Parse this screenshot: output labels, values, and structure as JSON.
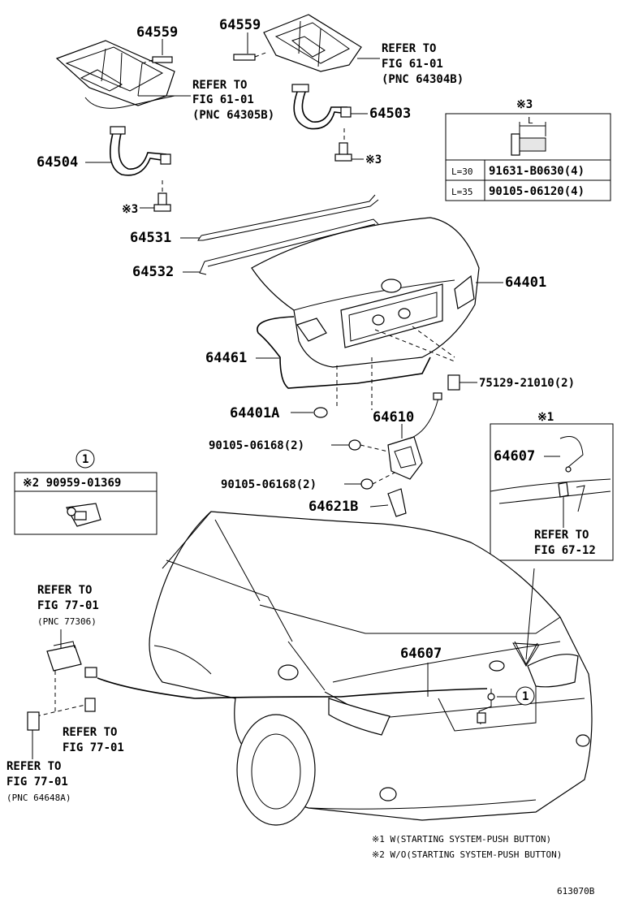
{
  "figure_code": "613070B",
  "parts": {
    "p64559_left": "64559",
    "p64559_right": "64559",
    "p64503": "64503",
    "p64504": "64504",
    "p64531": "64531",
    "p64532": "64532",
    "p64401": "64401",
    "p64461": "64461",
    "p75129": "75129-21010(2)",
    "p64401A": "64401A",
    "p64610": "64610",
    "p90105_a": "90105-06168(2)",
    "p90105_b": "90105-06168(2)",
    "p64621B": "64621B",
    "p64607_inset": "64607",
    "p64607_main": "64607",
    "mark3_a": "※3",
    "mark3_b": "※3",
    "mark1_inset": "※1"
  },
  "refs": {
    "fig61_right": {
      "line1": "REFER TO",
      "line2": "FIG 61-01",
      "line3": "(PNC 64304B)"
    },
    "fig61_left": {
      "line1": "REFER TO",
      "line2": "FIG 61-01",
      "line3": "(PNC 64305B)"
    },
    "fig67": {
      "line1": "REFER TO",
      "line2": "FIG 67-12"
    },
    "fig77_top": {
      "line1": "REFER TO",
      "line2": "FIG 77-01",
      "line3": "(PNC 77306)"
    },
    "fig77_mid": {
      "line1": "REFER TO",
      "line2": "FIG 77-01"
    },
    "fig77_bottom": {
      "line1": "REFER TO",
      "line2": "FIG 77-01",
      "line3": "(PNC 64648A)"
    }
  },
  "bolt_table": {
    "header": "※3",
    "dim_label": "L",
    "rows": [
      {
        "length": "L=30",
        "part": "91631-B0630(4)"
      },
      {
        "length": "L=35",
        "part": "90105-06120(4)"
      }
    ]
  },
  "callout_box": {
    "marker": "1",
    "part": "※2 90959-01369"
  },
  "callout_marker_main": "1",
  "footnotes": [
    "※1 W(STARTING SYSTEM-PUSH BUTTON)",
    "※2 W/O(STARTING SYSTEM-PUSH BUTTON)"
  ]
}
